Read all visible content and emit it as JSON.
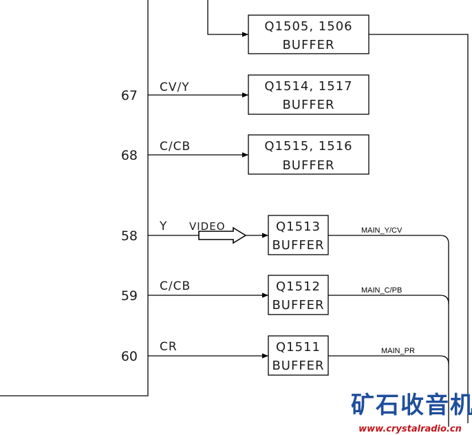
{
  "diagram": {
    "top_buffers": [
      {
        "id": "q1505",
        "ref": "Q1505, 1506",
        "kind": "BUFFER"
      },
      {
        "id": "q1514",
        "ref": "Q1514, 1517",
        "kind": "BUFFER",
        "pin": "67",
        "signal": "CV/Y"
      },
      {
        "id": "q1515",
        "ref": "Q1515, 1516",
        "kind": "BUFFER",
        "pin": "68",
        "signal": "C/CB"
      }
    ],
    "main_buffers": [
      {
        "id": "q1513",
        "ref": "Q1513",
        "kind": "BUFFER",
        "pin": "58",
        "signal": "Y",
        "net": "MAIN_Y/CV"
      },
      {
        "id": "q1512",
        "ref": "Q1512",
        "kind": "BUFFER",
        "pin": "59",
        "signal": "C/CB",
        "net": "MAIN_C/PB"
      },
      {
        "id": "q1511",
        "ref": "Q1511",
        "kind": "BUFFER",
        "pin": "60",
        "signal": "CR",
        "net": "MAIN_PR"
      }
    ],
    "video_label": "VIDEO"
  },
  "watermark": {
    "title": "矿石收音机",
    "url": "www.crystalradio.cn",
    "colors": {
      "title": "#1f4e9c",
      "url": "#c0151b"
    }
  }
}
